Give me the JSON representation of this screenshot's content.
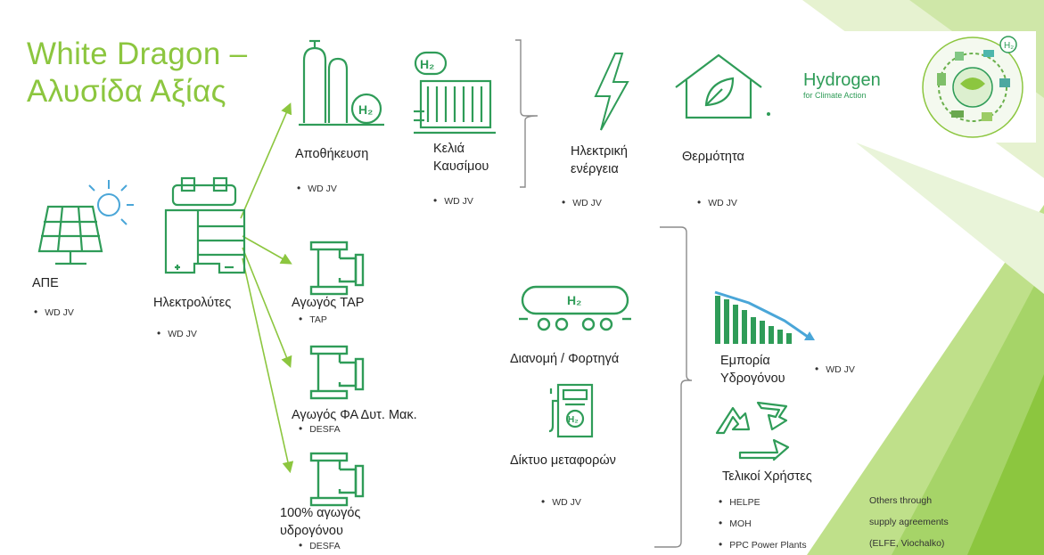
{
  "title": {
    "line1": "White Dragon –",
    "line2": "Αλυσίδα Αξίας"
  },
  "logo": {
    "word": "Hydrogen",
    "tagline": "for Climate Action",
    "badge_symbol": "H₂"
  },
  "colors": {
    "accent": "#8cc63f",
    "icon_green": "#2f9c58",
    "text": "#222222"
  },
  "nodes": {
    "ape": {
      "label": "ΑΠΕ",
      "bullet": "WD JV",
      "icon": "solar-panel-icon"
    },
    "electrolysers": {
      "label": "Ηλεκτρολύτες",
      "bullet": "WD JV",
      "icon": "electrolyser-icon"
    },
    "storage": {
      "label": "Αποθήκευση",
      "bullet": "WD JV",
      "icon": "storage-tanks-icon",
      "badge": "H₂"
    },
    "fuel_cells": {
      "label1": "Κελιά",
      "label2": "Καυσίμου",
      "bullet": "WD JV",
      "icon": "fuel-cell-icon",
      "badge": "H₂"
    },
    "electricity": {
      "label1": "Ηλεκτρική",
      "label2": "ενέργεια",
      "bullet": "WD JV",
      "icon": "lightning-icon"
    },
    "heat": {
      "label": "Θερμότητα",
      "bullet": "WD JV",
      "icon": "house-leaf-icon"
    },
    "tap": {
      "label": "Αγωγός TAP",
      "bullet": "TAP",
      "icon": "pipe-icon"
    },
    "fa_pipeline": {
      "label": "Αγωγός ΦΑ Δυτ. Μακ.",
      "bullet": "DESFA",
      "icon": "pipe-icon"
    },
    "h2_pipeline": {
      "label1": "100% αγωγός",
      "label2": "υδρογόνου",
      "bullet": "DESFA",
      "icon": "pipe-icon"
    },
    "distribution": {
      "label": "Διανομή / Φορτηγά",
      "icon": "tank-truck-icon",
      "badge": "H₂"
    },
    "transport": {
      "label": "Δίκτυο μεταφορών",
      "bullet": "WD JV",
      "icon": "h2-pump-icon",
      "badge": "H₂"
    },
    "trading": {
      "label1": "Εμπορία",
      "label2": "Υδρογόνου",
      "bullet": "WD JV",
      "icon": "declining-bars-icon"
    },
    "end_users": {
      "label": "Τελικοί Χρήστες",
      "bullets": [
        "HELPE",
        "MOH",
        "PPC Power Plants"
      ],
      "icon": "recycle-arrows-icon"
    },
    "others": {
      "lines": [
        "Others through",
        "supply agreements",
        "(ELFE, Viochalko)"
      ]
    }
  }
}
